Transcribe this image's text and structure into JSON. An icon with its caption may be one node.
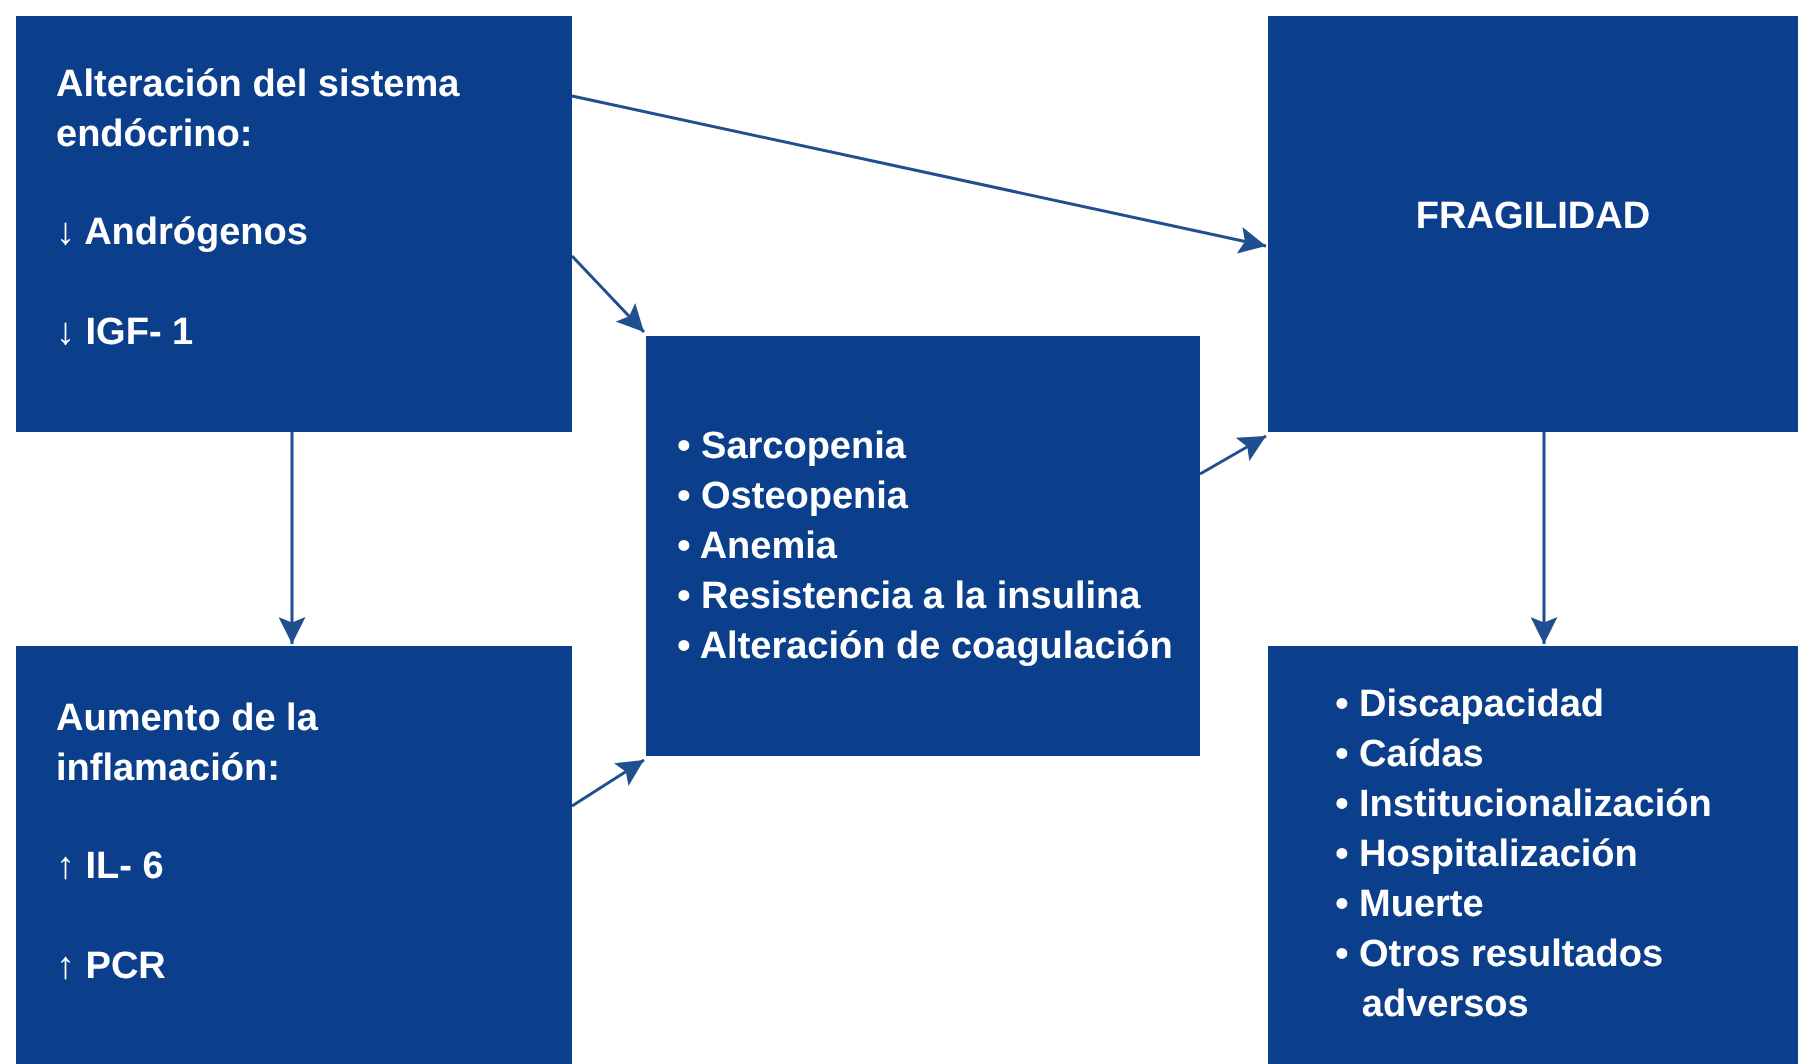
{
  "diagram": {
    "nodes": [
      {
        "text": [
          "Alteración del sistema endócrino:",
          "↓ Andrógenos",
          "↓ IGF- 1"
        ]
      },
      {
        "text": [
          "FRAGILIDAD"
        ]
      },
      {
        "text": [
          "• Sarcopenia",
          "• Osteopenia",
          "• Anemia",
          "• Resistencia a la insulina",
          "• Alteración de coagulación"
        ]
      },
      {
        "text": [
          "Aumento de la inflamación:",
          "↑ IL- 6",
          "↑ PCR"
        ]
      },
      {
        "text": [
          "• Discapacidad",
          "• Caídas",
          "• Institucionalización",
          "• Hospitalización",
          "• Muerte",
          "• Otros resultados adversos"
        ]
      }
    ],
    "edges": [
      {
        "from": 0,
        "to": 1,
        "arrow": "to"
      },
      {
        "from": 0,
        "to": 2,
        "arrow": "to"
      },
      {
        "from": 0,
        "to": 3,
        "arrow": "to"
      },
      {
        "from": 3,
        "to": 2,
        "arrow": "to"
      },
      {
        "from": 2,
        "to": 1,
        "arrow": "to"
      },
      {
        "from": 1,
        "to": 4,
        "arrow": "to"
      }
    ]
  }
}
